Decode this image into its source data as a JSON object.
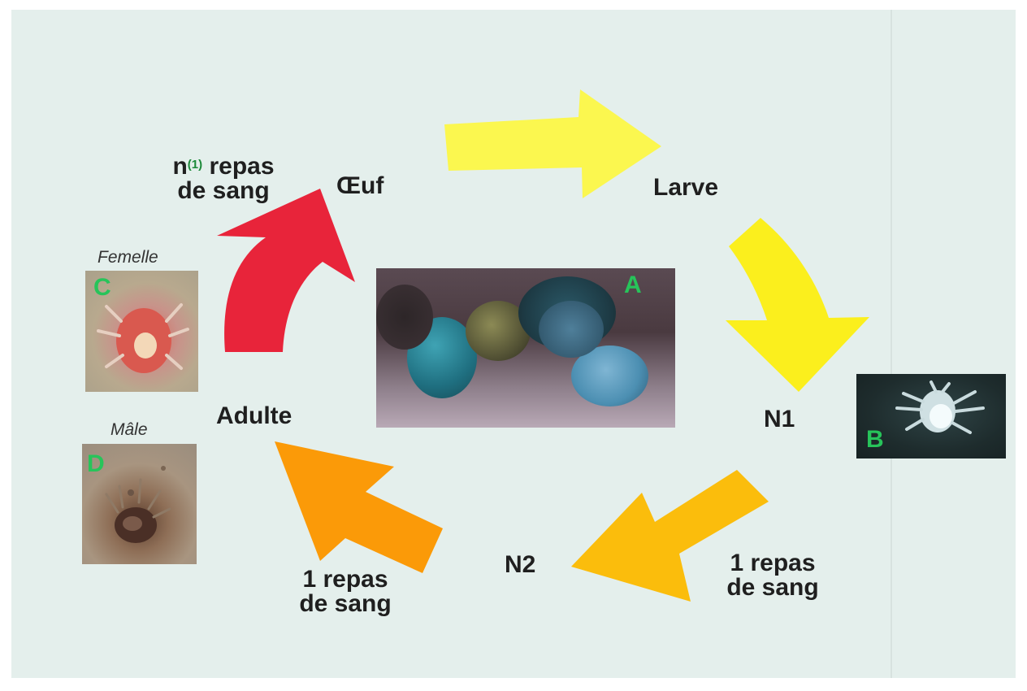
{
  "stages": {
    "egg": "Œuf",
    "larva": "Larve",
    "n1": "N1",
    "n2": "N2",
    "adult": "Adulte"
  },
  "meals": {
    "adult_to_egg_prefix": "n",
    "adult_to_egg_superscript": "(1)",
    "adult_to_egg_line1_rest": " repas",
    "adult_to_egg_line2": "de sang",
    "n1_to_n2_line1": "1 repas",
    "n1_to_n2_line2": "de sang",
    "n2_to_adult_line1": "1 repas",
    "n2_to_adult_line2": "de sang"
  },
  "photos": {
    "a_letter": "A",
    "b_letter": "B",
    "c_letter": "C",
    "d_letter": "D",
    "c_caption": "Femelle",
    "d_caption": "Mâle"
  },
  "colors": {
    "panel_background": "#e4efec",
    "arrow_egg_to_larva": "#fbf74f",
    "arrow_larva_to_n1": "#fbef1d",
    "arrow_n1_to_n2": "#fbbd0c",
    "arrow_n2_to_adult": "#fb9a08",
    "arrow_adult_to_egg": "#e8243a",
    "photo_letter": "#27c45a"
  }
}
